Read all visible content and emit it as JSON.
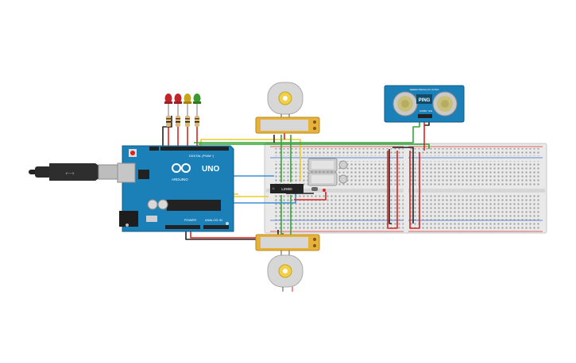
{
  "arduino": {
    "logo": "UNO",
    "brand": "ARDUINO",
    "digital_label": "DIGITAL (PWM~)",
    "power_label": "POWER",
    "analog_label": "ANALOG IN"
  },
  "driver_ic": {
    "label": "L293D"
  },
  "ultrasonic": {
    "model": "PING",
    "header": "SEEED PARALLAX ULTRA",
    "pins": [
      "GND",
      "5V",
      "SIG"
    ]
  },
  "leds": [
    {
      "name": "led-red-1",
      "color": "#c0252a"
    },
    {
      "name": "led-red-2",
      "color": "#c0252a"
    },
    {
      "name": "led-yellow",
      "color": "#c9a418"
    },
    {
      "name": "led-green",
      "color": "#3a9a2e"
    }
  ],
  "wire_colors": {
    "red": "#d8241f",
    "black": "#222222",
    "green": "#35a637",
    "yellow": "#e8cd24",
    "blue": "#3a8fd6"
  }
}
